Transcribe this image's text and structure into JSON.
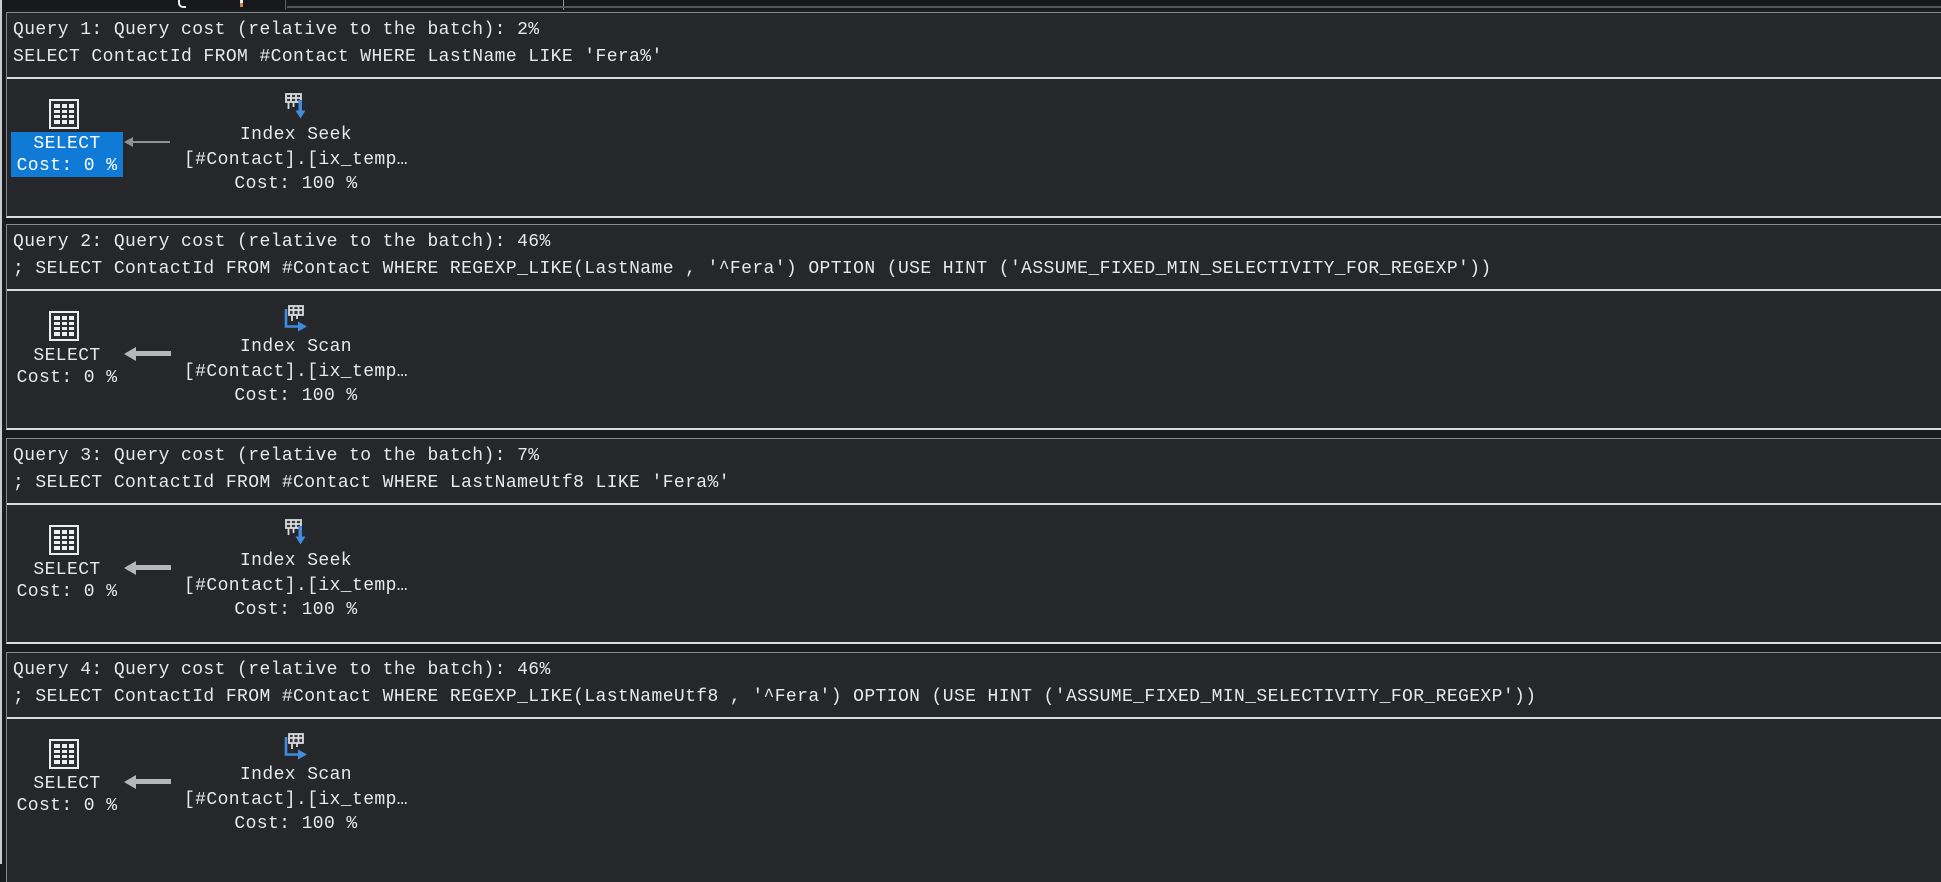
{
  "window": {
    "view_name": "Execution plan pane",
    "colors": {
      "panel_background": "#25272b",
      "text": "#e6e8ea",
      "selected_node_background": "#0f7bd7",
      "separator_line": "#d9dbdd",
      "arrow": "#b4b7b9",
      "icon_blue": "#3f8cdf"
    }
  },
  "queries": [
    {
      "header_line1": "Query 1: Query cost (relative to the batch): 2%",
      "header_line2": "SELECT ContactId FROM #Contact WHERE LastName LIKE 'Fera%'",
      "select_node": {
        "label": "SELECT",
        "cost": "Cost: 0 %",
        "icon": "result-grid-icon",
        "selected": true
      },
      "operator_node": {
        "name": "Index Seek",
        "object": "[#Contact].[ix_temp…",
        "cost": "Cost: 100 %",
        "icon": "index-seek-icon"
      },
      "arrow": {
        "direction": "left",
        "weight": "thin"
      }
    },
    {
      "header_line1": "Query 2: Query cost (relative to the batch): 46%",
      "header_line2": "; SELECT ContactId FROM #Contact WHERE REGEXP_LIKE(LastName , '^Fera') OPTION (USE HINT ('ASSUME_FIXED_MIN_SELECTIVITY_FOR_REGEXP'))",
      "select_node": {
        "label": "SELECT",
        "cost": "Cost: 0 %",
        "icon": "result-grid-icon",
        "selected": false
      },
      "operator_node": {
        "name": "Index Scan",
        "object": "[#Contact].[ix_temp…",
        "cost": "Cost: 100 %",
        "icon": "index-scan-icon"
      },
      "arrow": {
        "direction": "left",
        "weight": "thick"
      }
    },
    {
      "header_line1": "Query 3: Query cost (relative to the batch): 7%",
      "header_line2": "; SELECT ContactId FROM #Contact WHERE LastNameUtf8 LIKE 'Fera%'",
      "select_node": {
        "label": "SELECT",
        "cost": "Cost: 0 %",
        "icon": "result-grid-icon",
        "selected": false
      },
      "operator_node": {
        "name": "Index Seek",
        "object": "[#Contact].[ix_temp…",
        "cost": "Cost: 100 %",
        "icon": "index-seek-icon"
      },
      "arrow": {
        "direction": "left",
        "weight": "thick"
      }
    },
    {
      "header_line1": "Query 4: Query cost (relative to the batch): 46%",
      "header_line2": "; SELECT ContactId FROM #Contact WHERE REGEXP_LIKE(LastNameUtf8 , '^Fera') OPTION (USE HINT ('ASSUME_FIXED_MIN_SELECTIVITY_FOR_REGEXP'))",
      "select_node": {
        "label": "SELECT",
        "cost": "Cost: 0 %",
        "icon": "result-grid-icon",
        "selected": false
      },
      "operator_node": {
        "name": "Index Scan",
        "object": "[#Contact].[ix_temp…",
        "cost": "Cost: 100 %",
        "icon": "index-scan-icon"
      },
      "arrow": {
        "direction": "left",
        "weight": "thick"
      }
    }
  ]
}
